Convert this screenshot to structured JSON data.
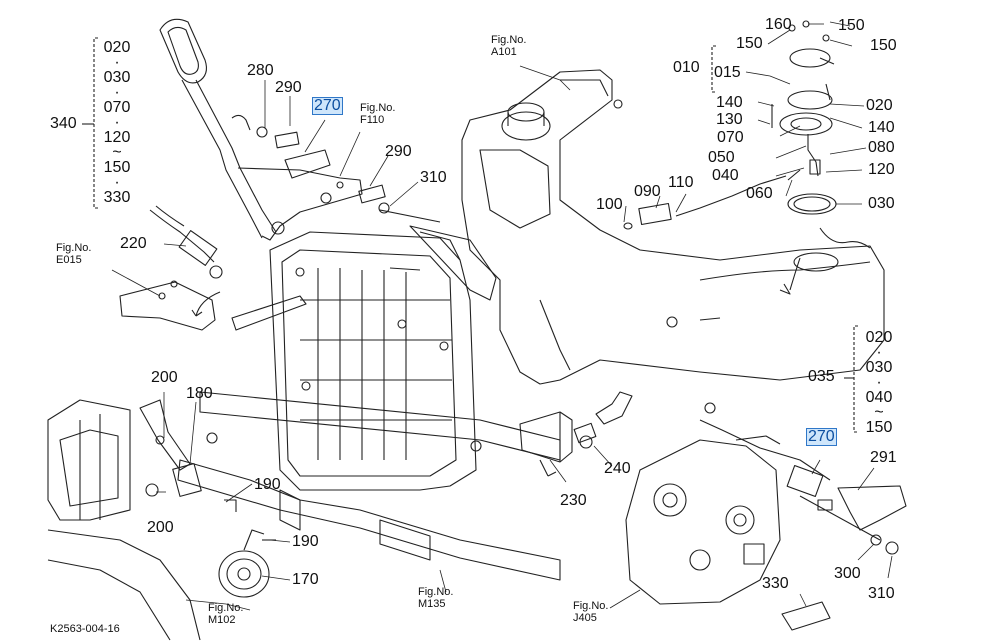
{
  "diagram_code": "K2563-004-16",
  "figure_refs": [
    {
      "id": "a101",
      "caption": "Fig.No.",
      "code": "A101"
    },
    {
      "id": "f110",
      "caption": "Fig.No.",
      "code": "F110"
    },
    {
      "id": "e015",
      "caption": "Fig.No.",
      "code": "E015"
    },
    {
      "id": "m102",
      "caption": "Fig.No.",
      "code": "M102"
    },
    {
      "id": "m135",
      "caption": "Fig.No.",
      "code": "M135"
    },
    {
      "id": "j405",
      "caption": "Fig.No.",
      "code": "J405"
    }
  ],
  "callout_340": {
    "label": "340",
    "items": [
      "020",
      "030",
      "070",
      "120",
      "~",
      "150",
      "330"
    ]
  },
  "callout_010": {
    "label": "010",
    "items": [
      "015"
    ]
  },
  "callout_035": {
    "label": "035",
    "items": [
      "020",
      "030",
      "040",
      "~",
      "150"
    ]
  },
  "part_labels": {
    "p280": "280",
    "p290a": "290",
    "p270a": "270",
    "p290b": "290",
    "p310a": "310",
    "p220": "220",
    "p200a": "200",
    "p180": "180",
    "p200b": "200",
    "p190a": "190",
    "p190b": "190",
    "p170": "170",
    "p230": "230",
    "p240": "240",
    "p160": "160",
    "p150a": "150",
    "p150b": "150",
    "p150c": "150",
    "p140a": "140",
    "p020": "020",
    "p130": "130",
    "p140b": "140",
    "p070": "070",
    "p050": "050",
    "p080": "080",
    "p040": "040",
    "p120": "120",
    "p060": "060",
    "p030": "030",
    "p100": "100",
    "p090": "090",
    "p110": "110",
    "p270b": "270",
    "p291": "291",
    "p300": "300",
    "p310b": "310",
    "p330": "330"
  },
  "highlight_color": "#cfe6fb"
}
